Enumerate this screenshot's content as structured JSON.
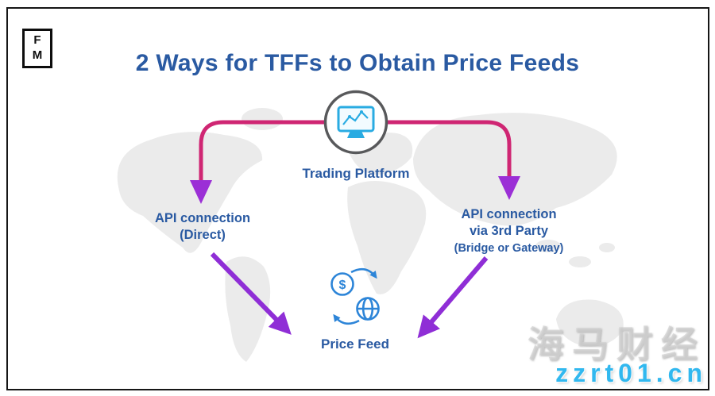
{
  "title": "2 Ways for TFFs to Obtain Price Feeds",
  "logo": {
    "top": "F",
    "bottom": "M"
  },
  "nodes": {
    "trading_platform": {
      "label": "Trading Platform"
    },
    "api_direct": {
      "line1": "API connection",
      "line2": "(Direct)"
    },
    "api_third_party": {
      "line1": "API connection",
      "line2": "via 3rd Party",
      "line3": "(Bridge or Gateway)"
    },
    "price_feed": {
      "label": "Price Feed"
    }
  },
  "icons": {
    "dollar": "$"
  },
  "watermarks": {
    "brand": "海马财经",
    "site": "zzrt01.cn"
  },
  "colors": {
    "title_blue": "#2a5aa2",
    "connector_magenta": "#cf2673",
    "arrowhead_purple": "#9b2fd6",
    "diagonal_purple": "#8f2ed6",
    "monitor_cyan": "#29abe2",
    "price_feed_blue": "#2d85d8",
    "circle_gray": "#58595b",
    "watermark_cyan": "#31b8ef"
  }
}
